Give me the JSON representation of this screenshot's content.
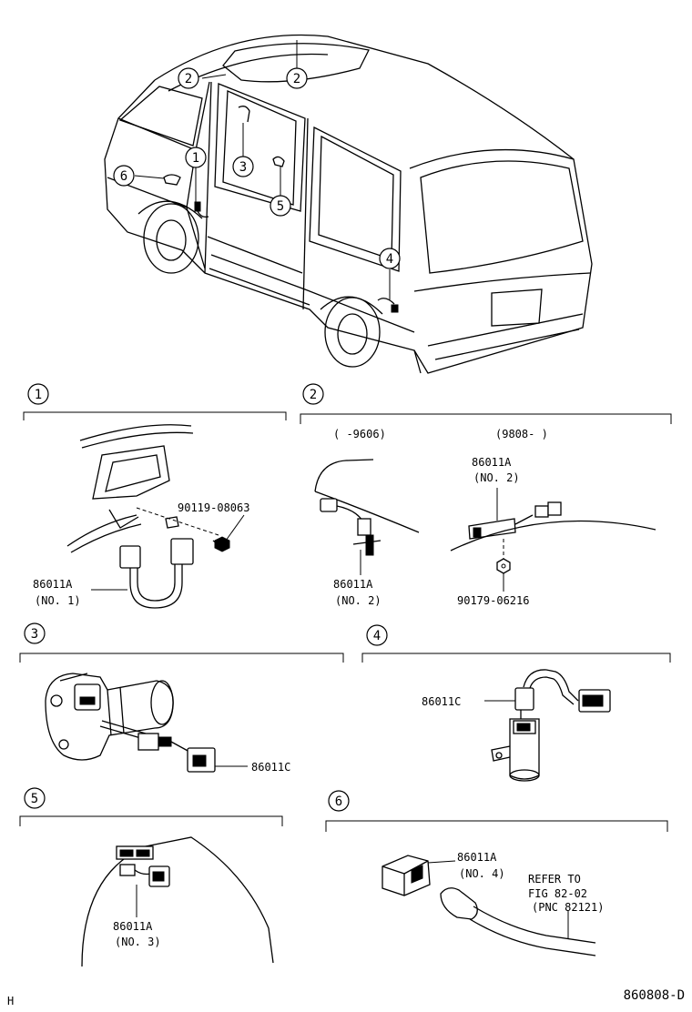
{
  "callouts": {
    "c1": "1",
    "c2": "2",
    "c3": "3",
    "c4": "4",
    "c5": "5",
    "c6": "6"
  },
  "section2": {
    "range_left": "(      -9606)",
    "range_right": "(9808-      )"
  },
  "parts": {
    "s1_bolt": "90119-08063",
    "s1_sensor_num": "86011A",
    "s1_sensor_sub": "(NO. 1)",
    "s2_left_num": "86011A",
    "s2_left_sub": "(NO. 2)",
    "s2_right_num": "86011A",
    "s2_right_sub": "(NO. 2)",
    "s2_nut": "90179-06216",
    "s3_part": "86011C",
    "s4_part": "86011C",
    "s5_num": "86011A",
    "s5_sub": "(NO. 3)",
    "s6_num": "86011A",
    "s6_sub": "(NO. 4)",
    "s6_refer_1": "REFER TO",
    "s6_refer_2": "FIG 82-02",
    "s6_refer_3": "(PNC 82121)"
  },
  "footer": {
    "left_mark": "H",
    "figure_code": "860808-D"
  }
}
